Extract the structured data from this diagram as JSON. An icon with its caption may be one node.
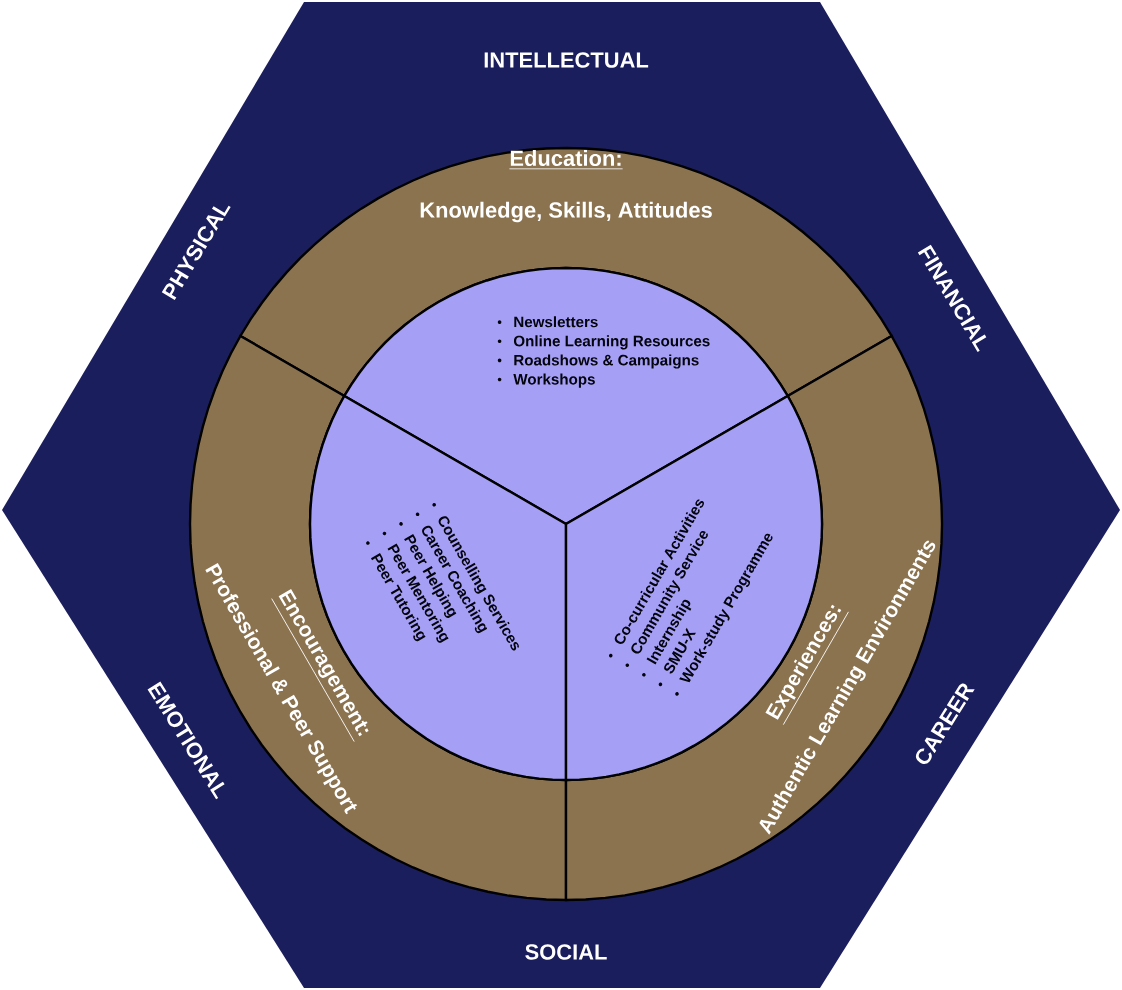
{
  "diagram": {
    "nodes": [
      {
        "text": [
          "INTELLECTUAL",
          "FINANCIAL",
          "CAREER",
          "SOCIAL",
          "EMOTIONAL",
          "PHYSICAL"
        ]
      },
      {
        "text": [
          "Education:",
          "Knowledge, Skills, Attitudes"
        ],
        "in": 0
      },
      {
        "text": [
          "Newsletters",
          "Online Learning Resources",
          "Roadshows & Campaigns",
          "Workshops"
        ],
        "in": 0
      },
      {
        "text": [
          "Encouragement:",
          "Professional & Peer Support"
        ],
        "in": 0
      },
      {
        "text": [
          "Counselling Services",
          "Career Coaching",
          "Peer Helping",
          "Peer Mentoring",
          "Peer Tutoring"
        ],
        "in": 0
      },
      {
        "text": [
          "Experiences:",
          "Authentic Learning Environments"
        ],
        "in": 0
      },
      {
        "text": [
          "Co-curricular Activities",
          "Community Service",
          "Internship",
          "SMU-X",
          "Work-study Programme"
        ],
        "in": 0
      }
    ]
  }
}
